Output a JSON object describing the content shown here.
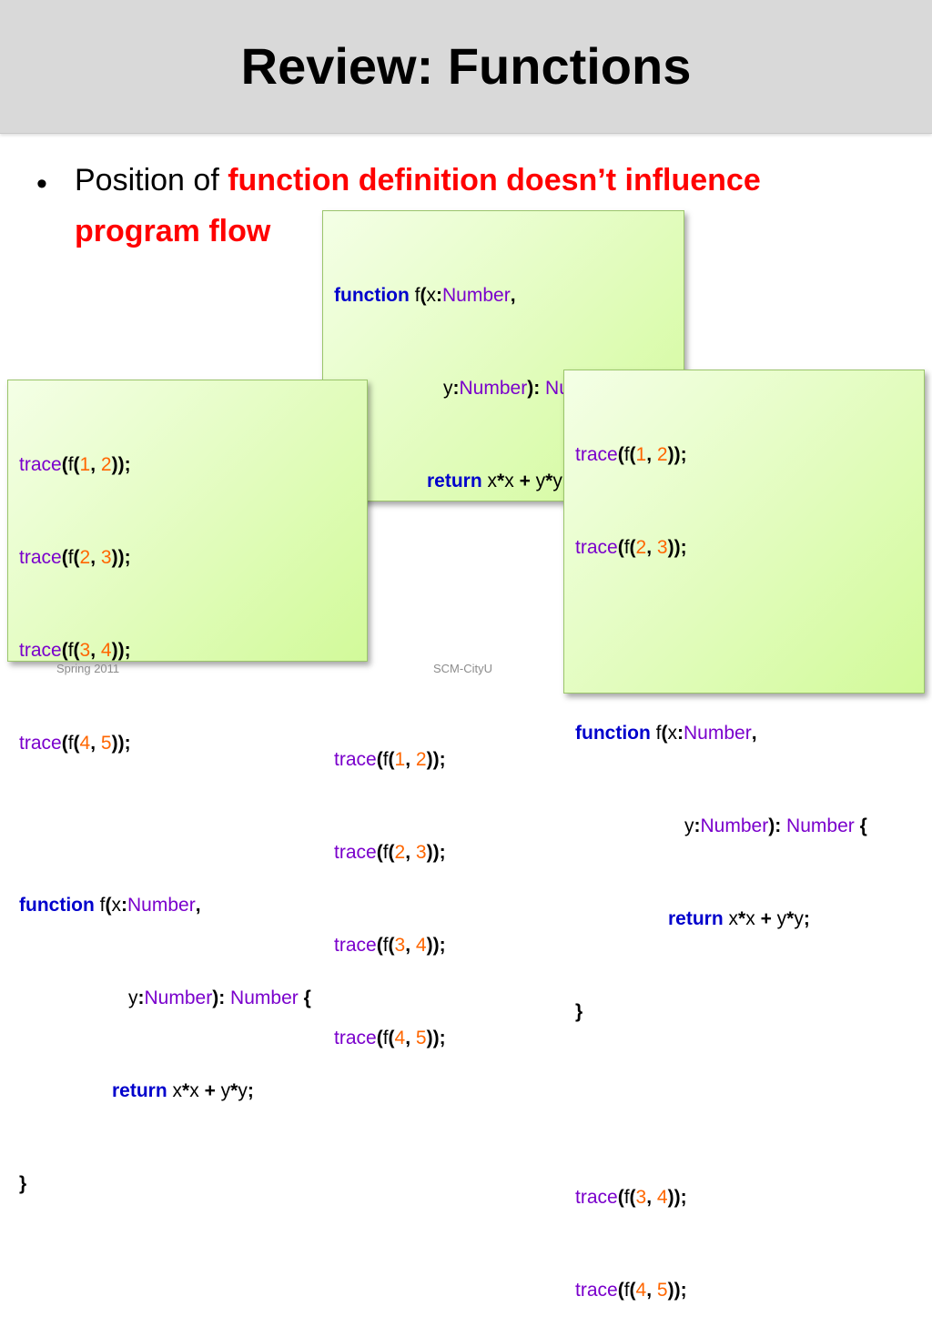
{
  "slide": {
    "title": "Review: Functions",
    "bullet": {
      "prefix": "Position of ",
      "emphasis_line1": "function definition doesn’t influence",
      "emphasis_line2": "program flow"
    }
  },
  "code": {
    "kw_function": "function",
    "kw_return": "return",
    "fname": "f",
    "param_x": "x",
    "param_y": "y",
    "type_number": "Number",
    "trace": "trace",
    "body_expr_x": "x",
    "body_expr_y": "y",
    "calls": [
      {
        "a": "1",
        "b": "2"
      },
      {
        "a": "2",
        "b": "3"
      },
      {
        "a": "3",
        "b": "4"
      },
      {
        "a": "4",
        "b": "5"
      }
    ]
  },
  "footer": {
    "left": "Spring 2011",
    "center": "SCM-CityU"
  },
  "colors": {
    "emphasis": "#ff0000",
    "keyword": "#0000cc",
    "type": "#7a00cc",
    "number": "#ff6600",
    "box_light": "#f4ffe6",
    "box_dark": "#d2fa9a"
  }
}
